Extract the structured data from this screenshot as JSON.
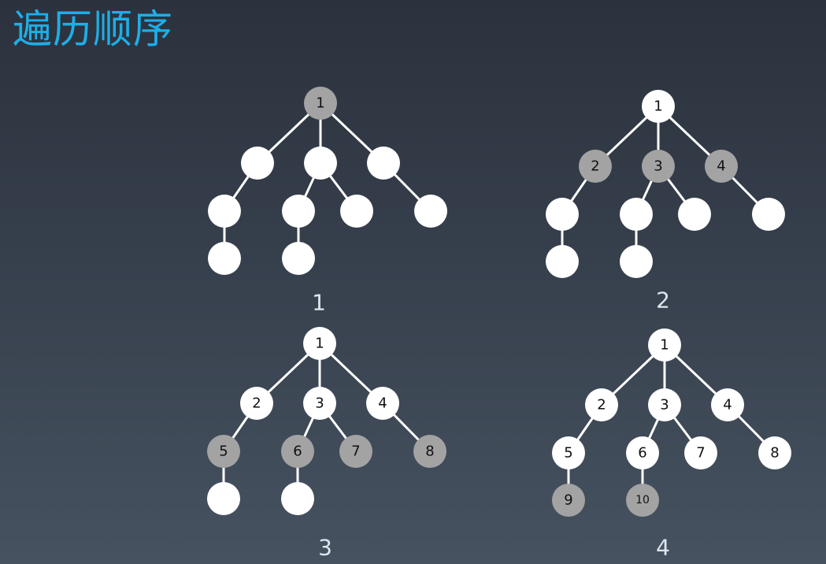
{
  "slide": {
    "title": "遍历顺序"
  },
  "colors": {
    "title": "#1eaee8",
    "node_unvisited": "#ffffff",
    "node_frontier": "#a3a3a3",
    "edge": "#ffffff",
    "caption": "#dfe6ef"
  },
  "panels": [
    {
      "caption": "1",
      "nodes": [
        {
          "id": "a",
          "label": "1",
          "state": "frontier"
        },
        {
          "id": "b",
          "label": "",
          "state": "unvisited"
        },
        {
          "id": "c",
          "label": "",
          "state": "unvisited"
        },
        {
          "id": "d",
          "label": "",
          "state": "unvisited"
        },
        {
          "id": "e",
          "label": "",
          "state": "unvisited"
        },
        {
          "id": "f",
          "label": "",
          "state": "unvisited"
        },
        {
          "id": "g",
          "label": "",
          "state": "unvisited"
        },
        {
          "id": "h",
          "label": "",
          "state": "unvisited"
        },
        {
          "id": "i",
          "label": "",
          "state": "unvisited"
        },
        {
          "id": "j",
          "label": "",
          "state": "unvisited"
        }
      ]
    },
    {
      "caption": "2",
      "nodes": [
        {
          "id": "a",
          "label": "1",
          "state": "unvisited"
        },
        {
          "id": "b",
          "label": "2",
          "state": "frontier"
        },
        {
          "id": "c",
          "label": "3",
          "state": "frontier"
        },
        {
          "id": "d",
          "label": "4",
          "state": "frontier"
        },
        {
          "id": "e",
          "label": "",
          "state": "unvisited"
        },
        {
          "id": "f",
          "label": "",
          "state": "unvisited"
        },
        {
          "id": "g",
          "label": "",
          "state": "unvisited"
        },
        {
          "id": "h",
          "label": "",
          "state": "unvisited"
        },
        {
          "id": "i",
          "label": "",
          "state": "unvisited"
        },
        {
          "id": "j",
          "label": "",
          "state": "unvisited"
        }
      ]
    },
    {
      "caption": "3",
      "nodes": [
        {
          "id": "a",
          "label": "1",
          "state": "unvisited"
        },
        {
          "id": "b",
          "label": "2",
          "state": "unvisited"
        },
        {
          "id": "c",
          "label": "3",
          "state": "unvisited"
        },
        {
          "id": "d",
          "label": "4",
          "state": "unvisited"
        },
        {
          "id": "e",
          "label": "5",
          "state": "frontier"
        },
        {
          "id": "f",
          "label": "6",
          "state": "frontier"
        },
        {
          "id": "g",
          "label": "7",
          "state": "frontier"
        },
        {
          "id": "h",
          "label": "8",
          "state": "frontier"
        },
        {
          "id": "i",
          "label": "",
          "state": "unvisited"
        },
        {
          "id": "j",
          "label": "",
          "state": "unvisited"
        }
      ]
    },
    {
      "caption": "4",
      "nodes": [
        {
          "id": "a",
          "label": "1",
          "state": "unvisited"
        },
        {
          "id": "b",
          "label": "2",
          "state": "unvisited"
        },
        {
          "id": "c",
          "label": "3",
          "state": "unvisited"
        },
        {
          "id": "d",
          "label": "4",
          "state": "unvisited"
        },
        {
          "id": "e",
          "label": "5",
          "state": "unvisited"
        },
        {
          "id": "f",
          "label": "6",
          "state": "unvisited"
        },
        {
          "id": "g",
          "label": "7",
          "state": "unvisited"
        },
        {
          "id": "h",
          "label": "8",
          "state": "unvisited"
        },
        {
          "id": "i",
          "label": "9",
          "state": "frontier"
        },
        {
          "id": "j",
          "label": "10",
          "state": "frontier"
        }
      ]
    }
  ],
  "edges": [
    [
      "a",
      "b"
    ],
    [
      "a",
      "c"
    ],
    [
      "a",
      "d"
    ],
    [
      "b",
      "e"
    ],
    [
      "c",
      "f"
    ],
    [
      "c",
      "g"
    ],
    [
      "d",
      "h"
    ],
    [
      "e",
      "i"
    ],
    [
      "f",
      "j"
    ]
  ]
}
